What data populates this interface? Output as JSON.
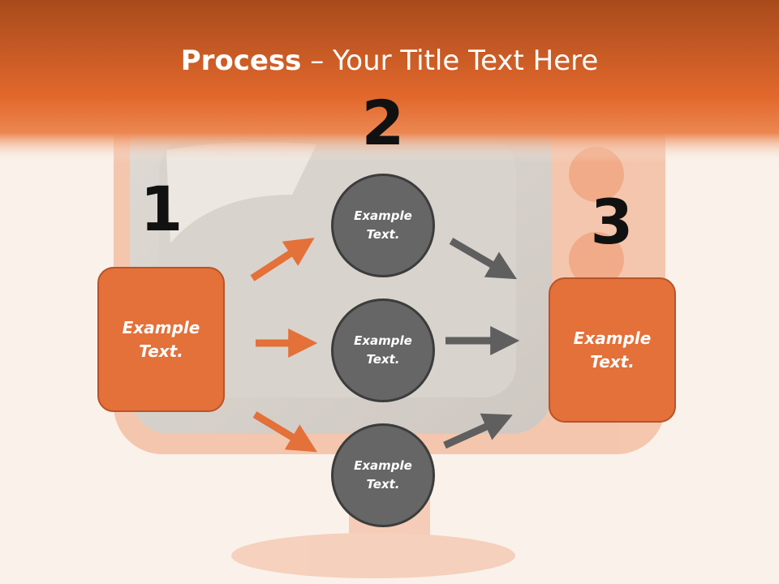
{
  "title": {
    "bold": "Process",
    "rest": " – Your Title Text Here"
  },
  "steps": [
    {
      "number": "1",
      "text": "Example Text."
    },
    {
      "number": "2",
      "items": [
        "Example Text.",
        "Example Text.",
        "Example Text."
      ]
    },
    {
      "number": "3",
      "text": "Example Text."
    }
  ],
  "colors": {
    "accent": "#e4703a",
    "circle": "#666666",
    "arrow_gray": "#5f5f5f"
  }
}
